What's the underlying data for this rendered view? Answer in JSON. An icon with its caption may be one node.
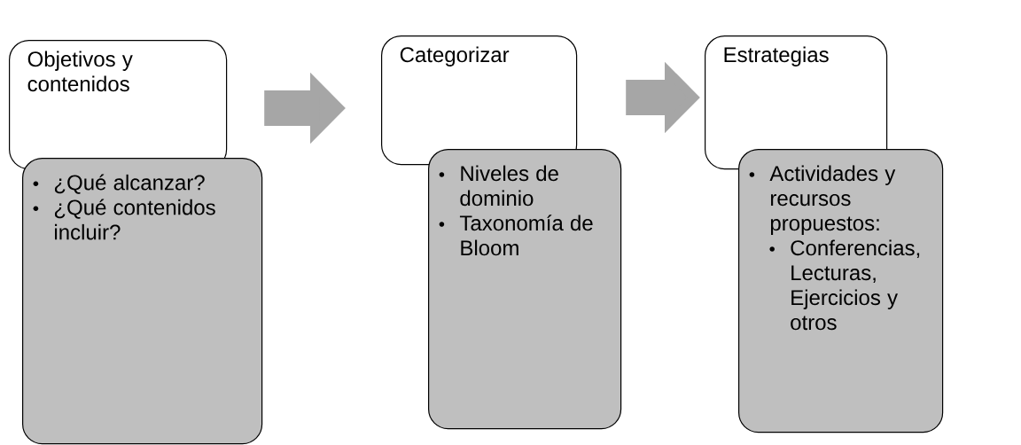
{
  "diagram": {
    "nodes": [
      {
        "text": [
          "Objetivos y contenidos"
        ]
      },
      {
        "text": [
          "¿Qué alcanzar?",
          "¿Qué contenidos incluir?"
        ]
      },
      {
        "text": [
          "Categorizar"
        ]
      },
      {
        "text": [
          "Niveles de dominio",
          "Taxonomía de Bloom"
        ]
      },
      {
        "text": [
          "Estrategias"
        ]
      },
      {
        "text": [
          "Actividades y recursos propuestos:",
          "Conferencias, Lecturas, Ejercicios y otros"
        ]
      }
    ],
    "edges": [
      {
        "from": 0,
        "to": 2,
        "arrow": "to"
      },
      {
        "from": 2,
        "to": 4,
        "arrow": "to"
      }
    ]
  }
}
